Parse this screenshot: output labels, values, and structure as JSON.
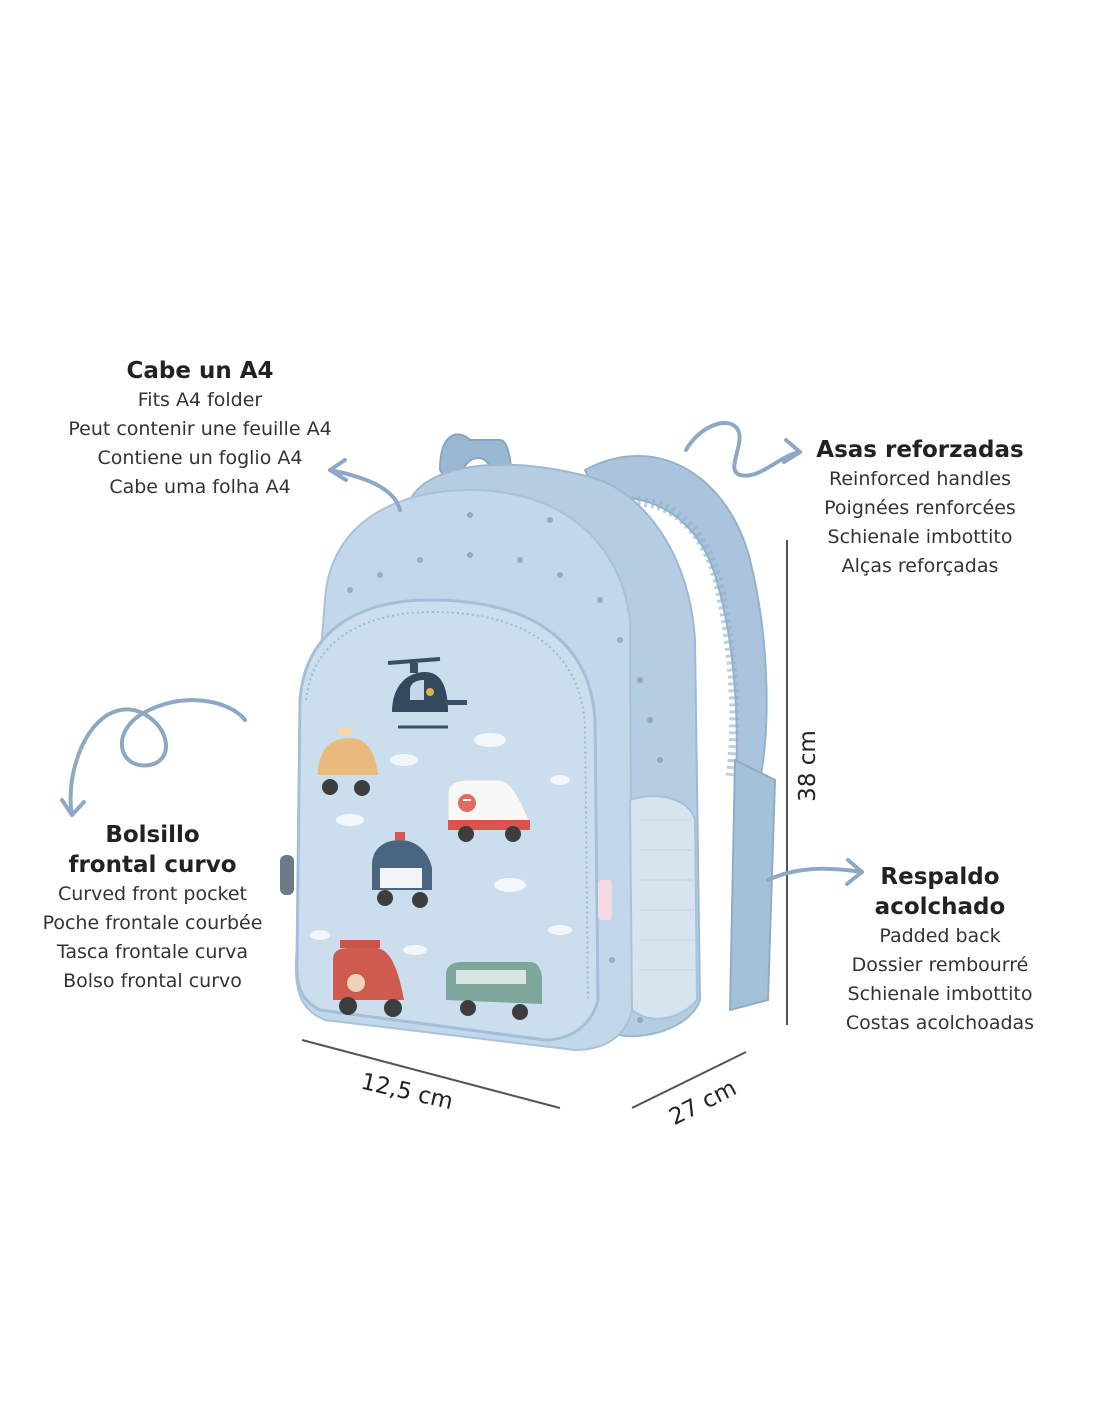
{
  "features": {
    "a4": {
      "title": "Cabe un A4",
      "lines": [
        "Fits A4 folder",
        "Peut contenir une feuille A4",
        "Contiene un foglio A4",
        "Cabe uma folha A4"
      ]
    },
    "handles": {
      "title": "Asas reforzadas",
      "lines": [
        "Reinforced handles",
        "Poignées renforcées",
        "Schienale imbottito",
        "Alças reforçadas"
      ]
    },
    "pocket": {
      "title_1": "Bolsillo",
      "title_2": "frontal curvo",
      "lines": [
        "Curved front pocket",
        "Poche frontale courbée",
        "Tasca frontale curva",
        "Bolso frontal curvo"
      ]
    },
    "back": {
      "title_1": "Respaldo",
      "title_2": "acolchado",
      "lines": [
        "Padded back",
        "Dossier rembourré",
        "Schienale imbottito",
        "Costas acolchoadas"
      ]
    }
  },
  "dimensions": {
    "height": "38 cm",
    "depth": "12,5 cm",
    "width": "27 cm"
  },
  "colors": {
    "bag": "#bcd3e6",
    "arrow": "#8ea8c3",
    "measure_line": "#555555"
  }
}
